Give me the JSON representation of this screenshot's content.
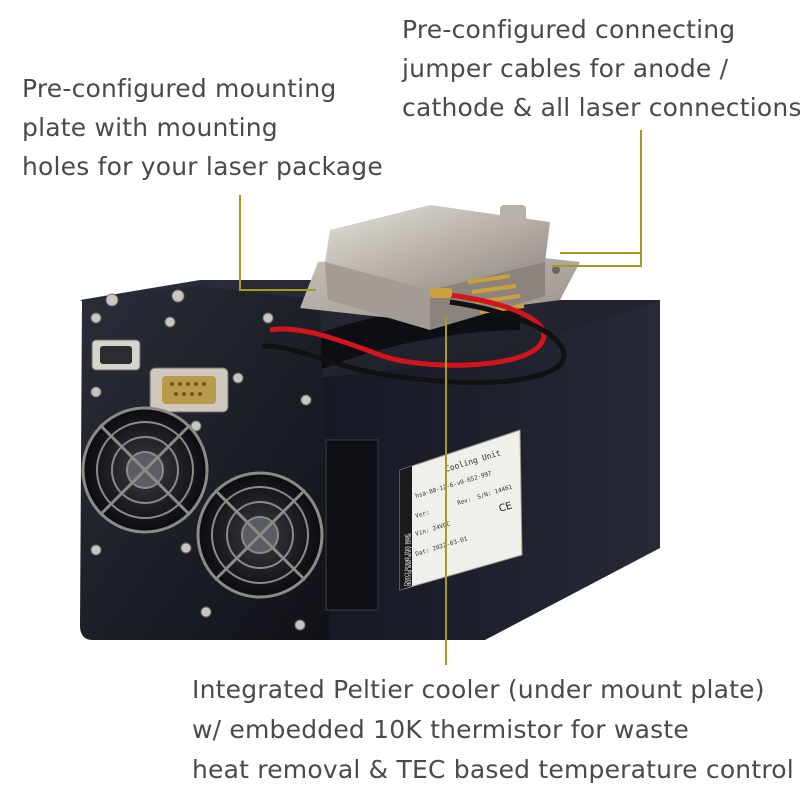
{
  "callouts": {
    "mounting_plate": {
      "lines": [
        "Pre-configured mounting",
        "plate with mounting",
        "holes for your laser package"
      ]
    },
    "jumper_cables": {
      "lines": [
        "Pre-configured connecting",
        "jumper cables for anode /",
        "cathode & all laser connections"
      ]
    },
    "peltier": {
      "lines": [
        "Integrated Peltier cooler (under mount plate)",
        "w/ embedded 10K thermistor for waste",
        "heat removal & TEC based temperature control"
      ]
    }
  },
  "label": {
    "title": "Cooling Unit",
    "model": "hsa-80-12-6-v0-652-997",
    "rev": "Rev:",
    "ver": "Ver:",
    "sn": "S/N: 14461",
    "vin": "Vin: 24VDC",
    "date": "Dat: 2022-03-01",
    "ce": "CE",
    "seal": "Don't break this seal",
    "seal_sub": "during warranty time"
  },
  "colors": {
    "callout_line": "#a59b1e",
    "text": "#4a4a4a",
    "chassis": "#1a1c24",
    "red_wire": "#d4141c",
    "black_wire": "#111111",
    "metal": "#c8c2bc",
    "gold": "#c9a23c"
  }
}
